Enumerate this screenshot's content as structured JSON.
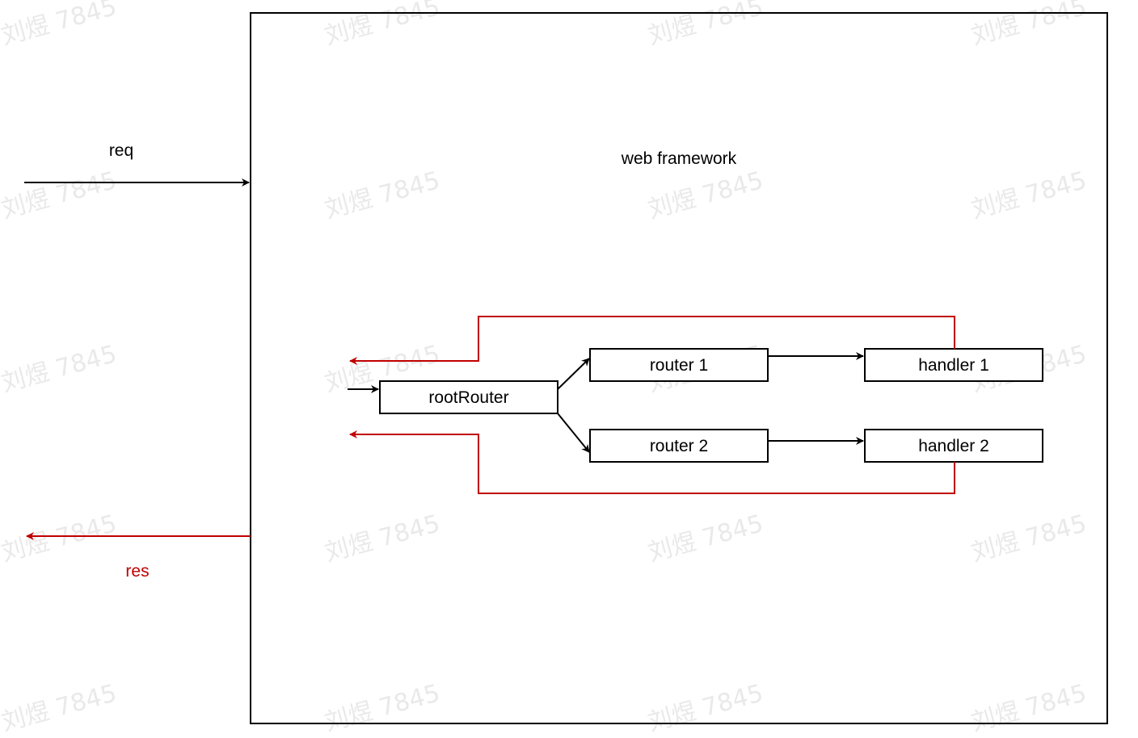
{
  "colors": {
    "request": "#000000",
    "response": "#c00000",
    "box_stroke": "#000000",
    "watermark": "#bfbfbf"
  },
  "labels": {
    "req": "req",
    "res": "res",
    "framework": "web framework"
  },
  "nodes": {
    "root_router": "rootRouter",
    "router_1": "router 1",
    "router_2": "router 2",
    "handler_1": "handler 1",
    "handler_2": "handler 2"
  },
  "watermark": {
    "text": "刘煜 7845"
  }
}
